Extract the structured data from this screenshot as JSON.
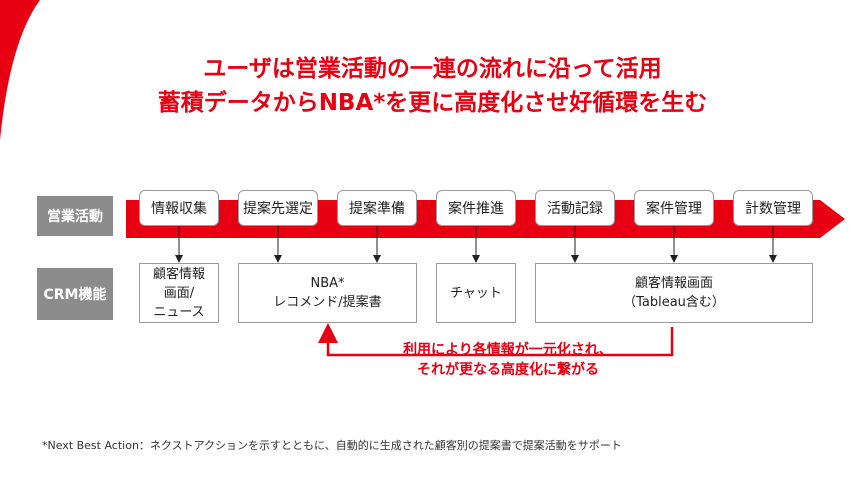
{
  "title": {
    "line1": "ユーザは営業活動の一連の流れに沿って活用",
    "line2": "蓄積データからNBA*を更に高度化させ好循環を生む"
  },
  "rows": {
    "sales_label": "営業活動",
    "crm_label": "CRM機能"
  },
  "steps": [
    {
      "label": "情報収集"
    },
    {
      "label": "提案先選定"
    },
    {
      "label": "提案準備"
    },
    {
      "label": "案件推進"
    },
    {
      "label": "活動記録"
    },
    {
      "label": "案件管理"
    },
    {
      "label": "計数管理"
    }
  ],
  "crm_boxes": [
    {
      "line1": "顧客情報",
      "line2": "画面/",
      "line3": "ニュース"
    },
    {
      "line1": "NBA*",
      "line2": "レコメンド/提案書",
      "line3": ""
    },
    {
      "line1": "チャット",
      "line2": "",
      "line3": ""
    },
    {
      "line1": "顧客情報画面",
      "line2": "（Tableau含む）",
      "line3": ""
    }
  ],
  "feedback_note": {
    "line1": "利用により各情報が一元化され、",
    "line2": "それが更なる高度化に繋がる"
  },
  "footnote": "*Next Best Action：ネクストアクションを示すとともに、自動的に生成された顧客別の提案書で提案活動をサポート",
  "colors": {
    "accent": "#e60012",
    "label_bg": "#8c8c8c",
    "border": "#9a9a9a"
  }
}
